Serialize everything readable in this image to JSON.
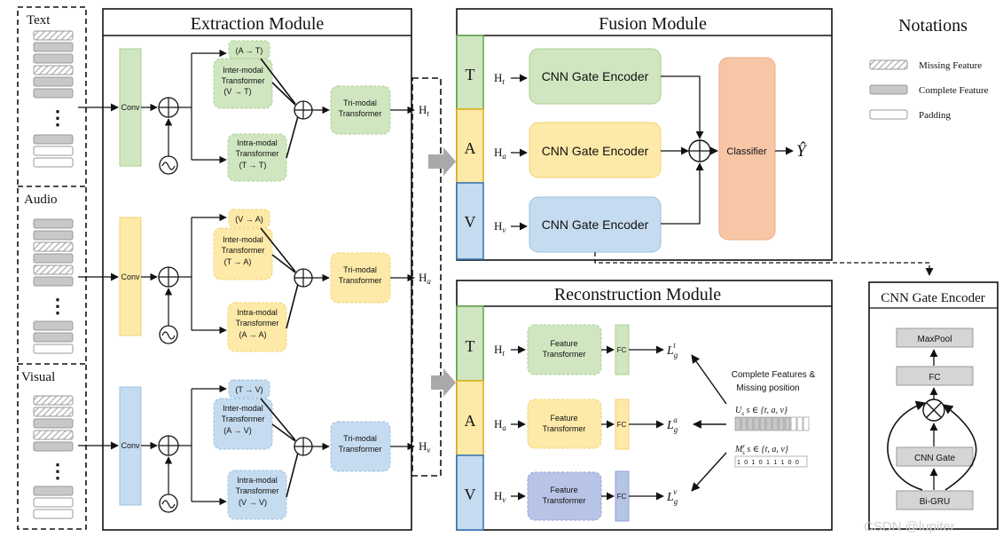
{
  "inputs": {
    "text_label": "Text",
    "audio_label": "Audio",
    "visual_label": "Visual",
    "ellipsis": "⋮"
  },
  "extraction": {
    "title": "Extraction Module",
    "conv_label": "Conv",
    "text_branch": {
      "cross_top": "(A → T)",
      "inter_line1": "Inter-modal",
      "inter_line2": "Transformer",
      "inter_line3": "(V → T)",
      "intra_line1": "Intra-modal",
      "intra_line2": "Transformer",
      "intra_line3": "(T → T)",
      "tri_line1": "Tri-modal",
      "tri_line2": "Transformer",
      "output": "H",
      "output_sub": "t"
    },
    "audio_branch": {
      "cross_top": "(V → A)",
      "inter_line1": "Inter-modal",
      "inter_line2": "Transformer",
      "inter_line3": "(T → A)",
      "intra_line1": "Intra-modal",
      "intra_line2": "Transformer",
      "intra_line3": "(A → A)",
      "tri_line1": "Tri-modal",
      "tri_line2": "Transformer",
      "output": "H",
      "output_sub": "a"
    },
    "visual_branch": {
      "cross_top": "(T → V)",
      "inter_line1": "Inter-modal",
      "inter_line2": "Transformer",
      "inter_line3": "(A → V)",
      "intra_line1": "Intra-modal",
      "intra_line2": "Transformer",
      "intra_line3": "(V → V)",
      "tri_line1": "Tri-modal",
      "tri_line2": "Transformer",
      "output": "H",
      "output_sub": "v"
    }
  },
  "fusion": {
    "title": "Fusion Module",
    "tab_t": "T",
    "tab_a": "A",
    "tab_v": "V",
    "h": "H",
    "sub_t": "t",
    "sub_a": "a",
    "sub_v": "v",
    "encoder_label": "CNN Gate Encoder",
    "classifier": "Classifier",
    "output": "Ŷ"
  },
  "reconstruction": {
    "title": "Reconstruction Module",
    "tab_t": "T",
    "tab_a": "A",
    "tab_v": "V",
    "h": "H",
    "sub_t": "t",
    "sub_a": "a",
    "sub_v": "v",
    "ft_line1": "Feature",
    "ft_line2": "Transformer",
    "fc": "FC",
    "loss": "L",
    "loss_sub": "g",
    "loss_sup_t": "t",
    "loss_sup_a": "a",
    "loss_sup_v": "v",
    "complete_line1": "Complete Features  &",
    "complete_line2": "Missing position",
    "u_label": "U",
    "u_sub": "s",
    "set_expr": " s ∈ {t, a, v}",
    "m_label": "M",
    "m_sup": "r",
    "m_sub": "s",
    "mask_bits": "1 0 1 0 1 1 1 0 0"
  },
  "notations": {
    "title": "Notations",
    "missing": "Missing Feature",
    "complete": "Complete Feature",
    "padding": "Padding"
  },
  "cnn_gate_encoder": {
    "title": "CNN Gate Encoder",
    "maxpool": "MaxPool",
    "fc": "FC",
    "cnn_gate": "CNN Gate",
    "bigru": "Bi-GRU"
  },
  "watermark": "CSDN @lupiter",
  "colors": {
    "green_fill": "#cfe6c1",
    "green_stroke": "#8fbf73",
    "yellow_fill": "#fde9a8",
    "yellow_stroke": "#f2c94c",
    "blue_fill": "#c5dbef",
    "blue_stroke": "#7fa9d3",
    "purple_fill": "#b7c4e6",
    "orange_fill": "#f6c6a6",
    "gray_fill": "#c8c8c8"
  }
}
